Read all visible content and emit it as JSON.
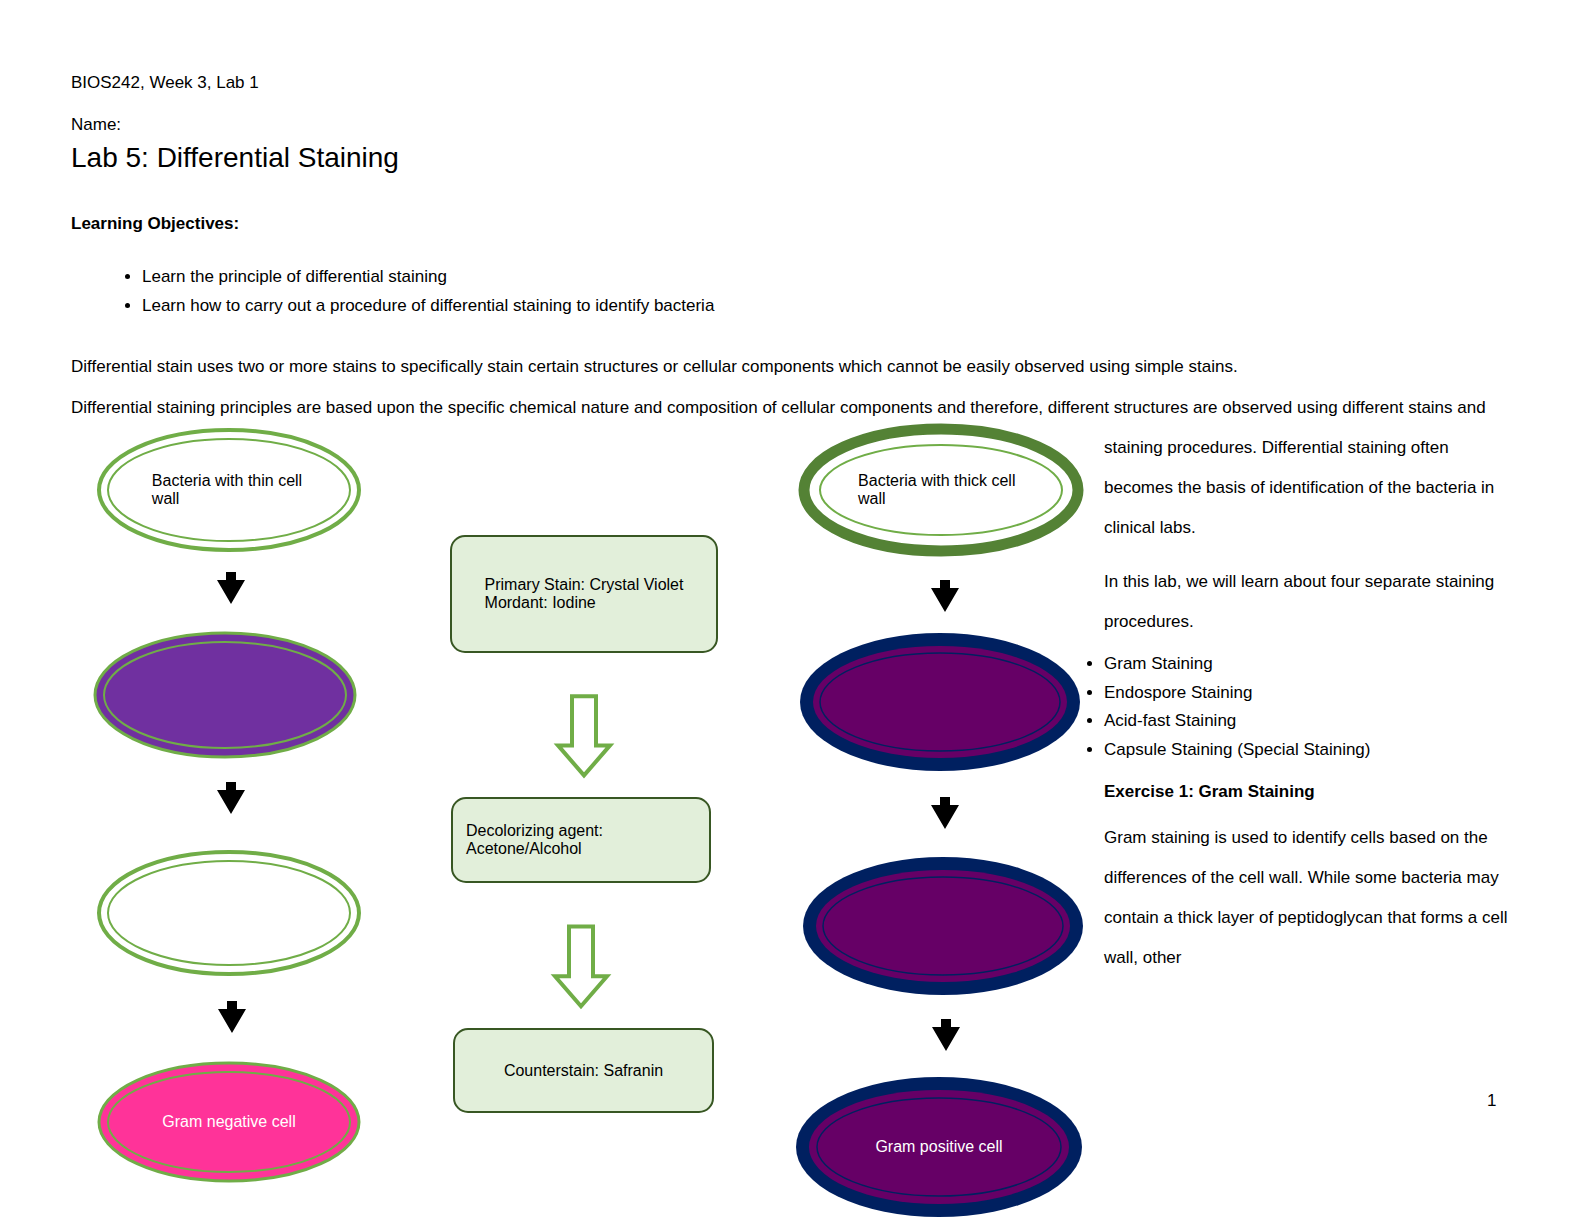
{
  "diagram": {
    "title": "Lab 5: Differential Staining",
    "nodes": [
      {
        "text": [
          "Bacteria with thin cell wall"
        ]
      },
      {
        "text": [
          "Bacteria with thick cell wall"
        ]
      },
      {
        "text": [
          "Primary Stain: Crystal Violet",
          "Mordant: Iodine"
        ]
      },
      {
        "text": [
          "Decolorizing agent: Acetone/Alcohol"
        ]
      },
      {
        "text": [
          "Counterstain: Safranin"
        ]
      },
      {
        "text": [
          "Gram negative cell"
        ]
      },
      {
        "text": [
          "Gram positive cell"
        ]
      }
    ],
    "edges": [
      {
        "from": 2,
        "to": 3,
        "arrow": "to"
      },
      {
        "from": 3,
        "to": 4,
        "arrow": "to"
      }
    ],
    "labels": [
      "BIOS242, Week 3, Lab 1",
      "Name:",
      "Learning Objectives:",
      "Learn the principle of differential staining",
      "Learn how to carry out a procedure of differential staining to identify bacteria",
      "Differential stain uses two or more stains to specifically stain certain structures or cellular components which cannot be easily observed using simple stains.",
      "Differential staining principles are based upon the specific chemical nature and composition of cellular components and therefore, different structures are observed using different stains and staining procedures. Differential staining often becomes the basis of identification of the bacteria in clinical labs.",
      "In this lab, we will learn about four separate staining procedures.",
      "Gram Staining",
      "Endospore Staining",
      "Acid-fast Staining",
      "Capsule Staining (Special Staining)",
      "Exercise 1: Gram Staining",
      "Gram staining is used to identify cells based on the differences of the cell wall. While some bacteria may contain a thick layer of peptidoglycan that forms a cell wall, other",
      "1"
    ]
  }
}
